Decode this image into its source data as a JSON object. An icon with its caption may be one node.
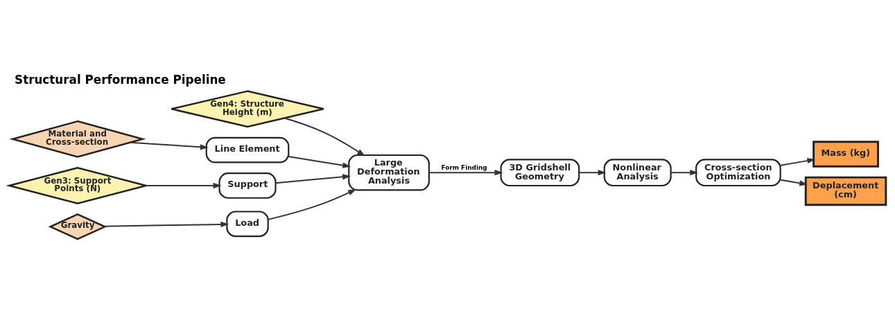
{
  "diagram": {
    "title": "Structural Performance Pipeline",
    "nodes": [
      {
        "text": [
          "Gen4: Structure Height (m)"
        ]
      },
      {
        "text": [
          "Material and Cross-section"
        ]
      },
      {
        "text": [
          "Gen3: Support Points (N)"
        ]
      },
      {
        "text": [
          "Gravity"
        ]
      },
      {
        "text": [
          "Line Element"
        ]
      },
      {
        "text": [
          "Support"
        ]
      },
      {
        "text": [
          "Load"
        ]
      },
      {
        "text": [
          "Large Deformation Analysis"
        ]
      },
      {
        "text": [
          "3D Gridshell Geometry"
        ]
      },
      {
        "text": [
          "Nonlinear Analysis"
        ]
      },
      {
        "text": [
          "Cross-section Optimization"
        ]
      },
      {
        "text": [
          "Mass (kg)"
        ]
      },
      {
        "text": [
          "Deplacement (cm)"
        ]
      }
    ],
    "edges": [
      {
        "from": 0,
        "to": 7,
        "arrow": "to"
      },
      {
        "from": 1,
        "to": 4,
        "arrow": "to"
      },
      {
        "from": 2,
        "to": 5,
        "arrow": "to"
      },
      {
        "from": 3,
        "to": 6,
        "arrow": "to"
      },
      {
        "from": 4,
        "to": 7,
        "arrow": "to"
      },
      {
        "from": 5,
        "to": 7,
        "arrow": "to"
      },
      {
        "from": 6,
        "to": 7,
        "arrow": "to"
      },
      {
        "from": 7,
        "to": 8,
        "arrow": "to",
        "label": "Form Finding"
      },
      {
        "from": 8,
        "to": 9,
        "arrow": "to"
      },
      {
        "from": 9,
        "to": 10,
        "arrow": "to"
      },
      {
        "from": 10,
        "to": 11,
        "arrow": "to"
      },
      {
        "from": 10,
        "to": 12,
        "arrow": "to"
      }
    ]
  }
}
